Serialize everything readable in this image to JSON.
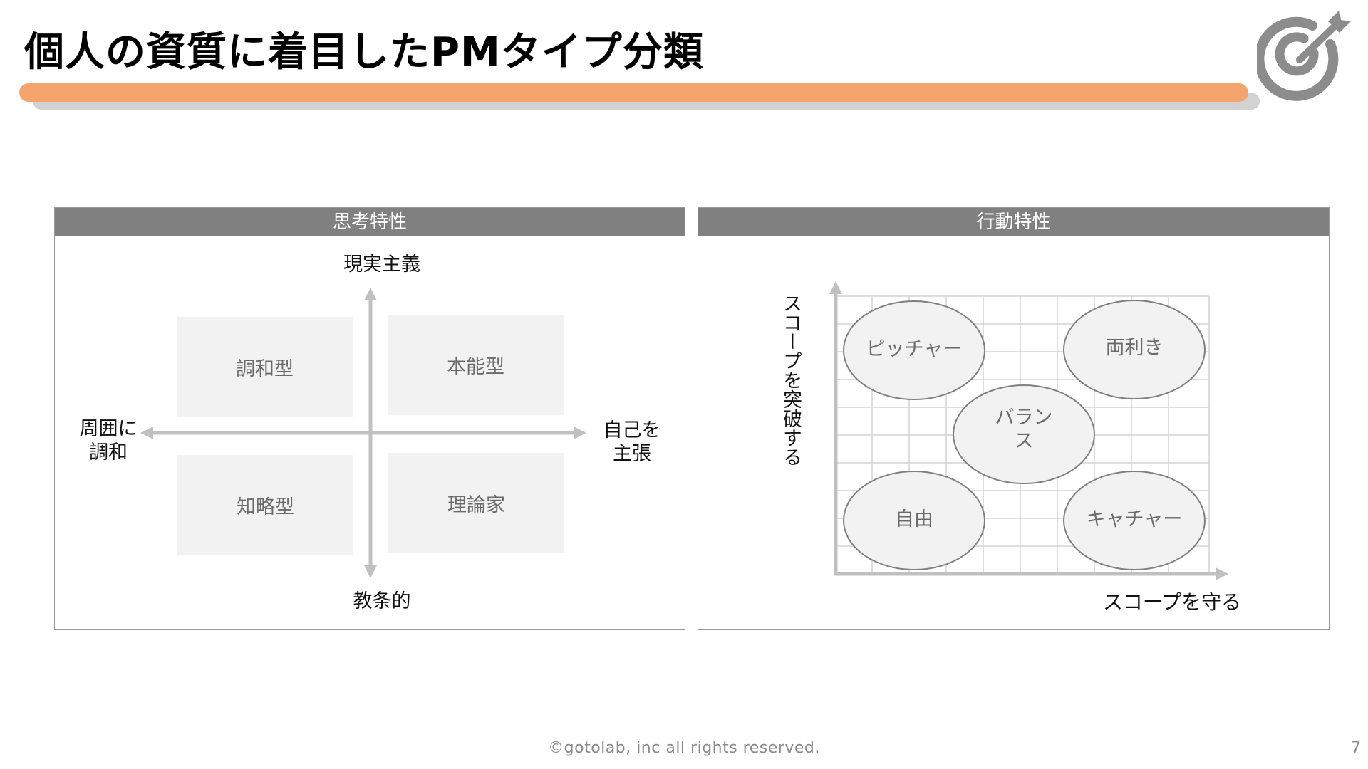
{
  "header": {
    "title": "個人の資質に着目したPMタイプ分類"
  },
  "colors": {
    "accent_bar": "#f4a46c",
    "panel_header": "#808080",
    "quadrant_fill": "#f2f2f2",
    "axis": "#c0c0c0"
  },
  "logo": {
    "icon": "target-arrow-icon"
  },
  "panel_thinking": {
    "title": "思考特性",
    "axis_top": "現実主義",
    "axis_bottom": "教条的",
    "axis_left_line1": "周囲に",
    "axis_left_line2": "調和",
    "axis_right_line1": "自己を",
    "axis_right_line2": "主張",
    "quadrants": {
      "top_left": "調和型",
      "top_right": "本能型",
      "bottom_left": "知略型",
      "bottom_right": "理論家"
    }
  },
  "panel_behavior": {
    "title": "行動特性",
    "y_axis_label": "スコープを突破する",
    "x_axis_label": "スコープを守る",
    "ellipses": {
      "top_left": "ピッチャー",
      "top_right": "両利き",
      "center_line1": "バラン",
      "center_line2": "ス",
      "bottom_left": "自由",
      "bottom_right": "キャチャー"
    }
  },
  "footer": {
    "copyright": "©gotolab, inc  all rights reserved.",
    "page_number": "7"
  }
}
